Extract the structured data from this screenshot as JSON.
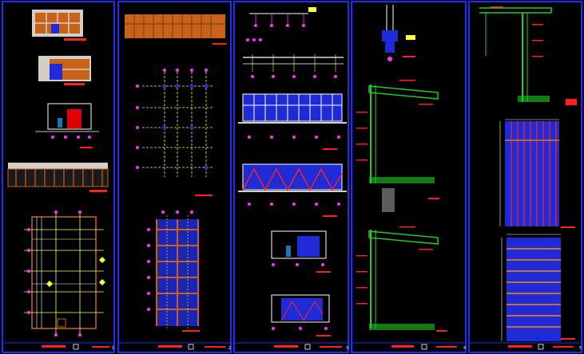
{
  "sheets": [
    {
      "id": "sheet-1",
      "number": "1"
    },
    {
      "id": "sheet-2",
      "number": "2"
    },
    {
      "id": "sheet-3",
      "number": "3"
    },
    {
      "id": "sheet-4",
      "number": "4"
    },
    {
      "id": "sheet-5",
      "number": "5"
    }
  ],
  "colors": {
    "background": "#000000",
    "sheet_border": "#1e2cff",
    "wall": "#d4cfc6",
    "window_frame": "#c8621a",
    "glass": "#1f2bd6",
    "axis_line": "#ffff33",
    "axis_marker": "#ff33ff",
    "dimension": "#ff2020",
    "section_green": "#22cc22",
    "text_red": "#ff2020"
  },
  "icons": [
    "north-arrow-icon",
    "axis-bubble-icon"
  ]
}
